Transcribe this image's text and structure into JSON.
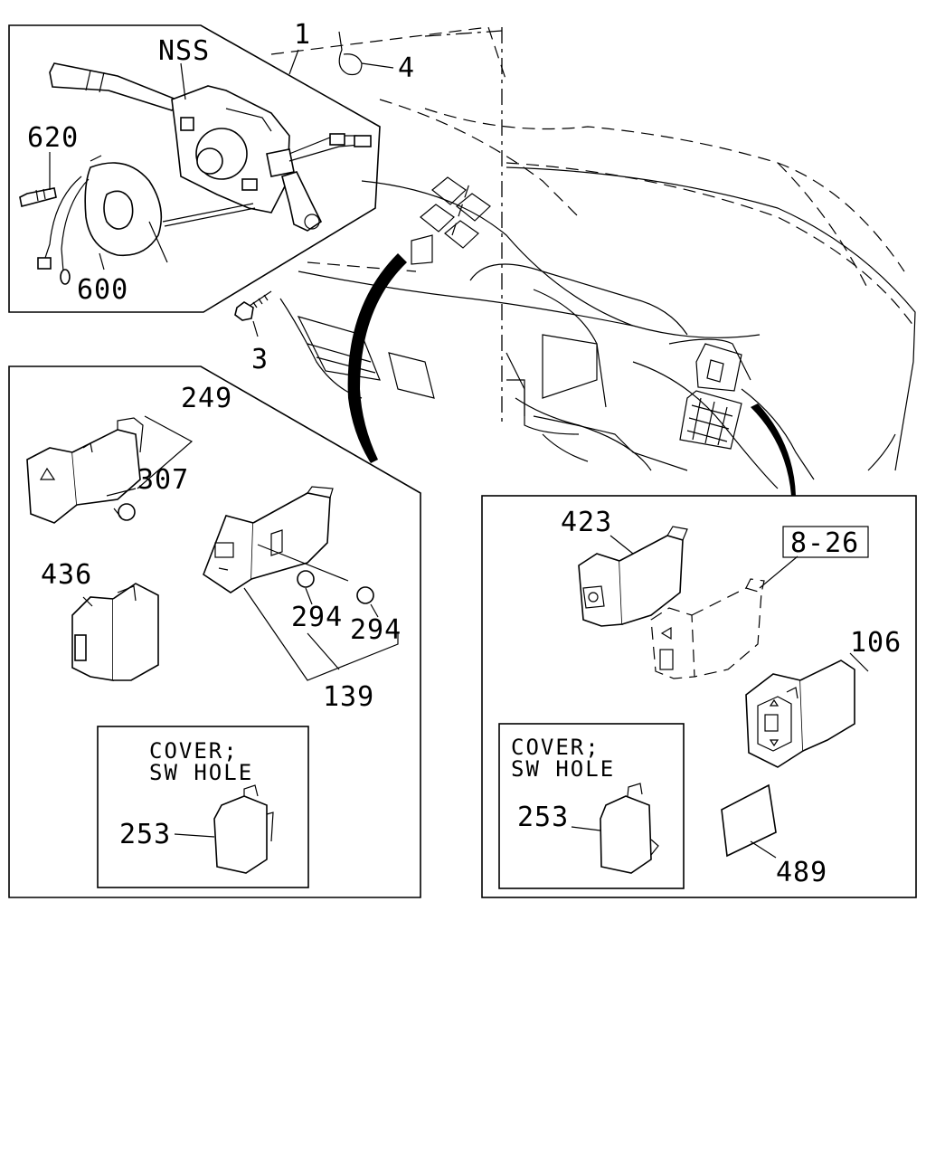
{
  "callouts": {
    "nss": "NSS",
    "c1": "1",
    "c4": "4",
    "c620": "620",
    "c600": "600",
    "c3": "3",
    "c249": "249",
    "c307": "307",
    "c436": "436",
    "c294a": "294",
    "c294b": "294",
    "c139": "139",
    "c253a": "253",
    "c423": "423",
    "ref826": "8-26",
    "c106": "106",
    "c253b": "253",
    "c489": "489"
  },
  "covers": {
    "left_line1": "COVER;",
    "left_line2": "SW HOLE",
    "right_line1": "COVER;",
    "right_line2": "SW HOLE"
  }
}
